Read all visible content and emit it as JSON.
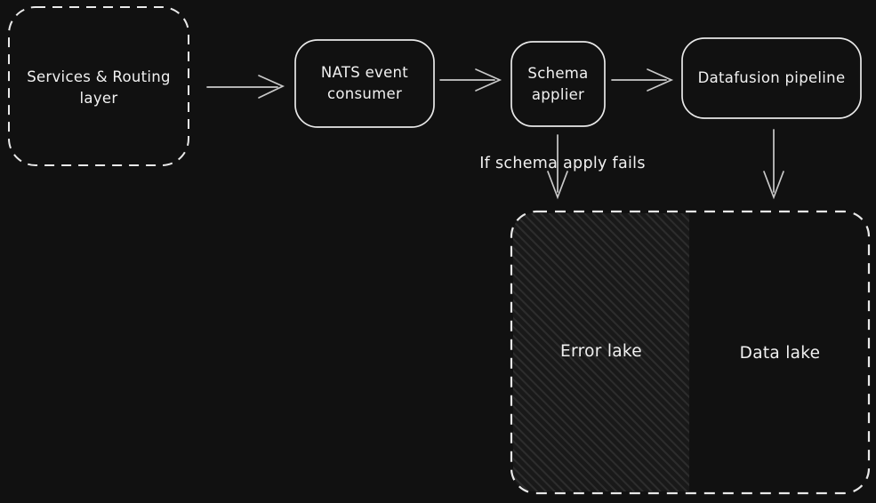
{
  "diagram": {
    "colors": {
      "background": "#111111",
      "stroke": "#e9e9e9",
      "arrow": "#c9c9c9",
      "text": "#f1f1f1",
      "hatch_background": "#191919",
      "hatch_line": "#2d2d2d"
    },
    "nodes": {
      "services_routing": {
        "label": "Services & Routing layer"
      },
      "nats_consumer": {
        "label": "NATS event consumer"
      },
      "schema_applier": {
        "label": "Schema applier"
      },
      "datafusion_pipeline": {
        "label": "Datafusion pipeline"
      },
      "error_lake": {
        "label": "Error lake"
      },
      "data_lake": {
        "label": "Data lake"
      }
    },
    "edge_labels": {
      "schema_fail": "If schema apply fails"
    }
  }
}
